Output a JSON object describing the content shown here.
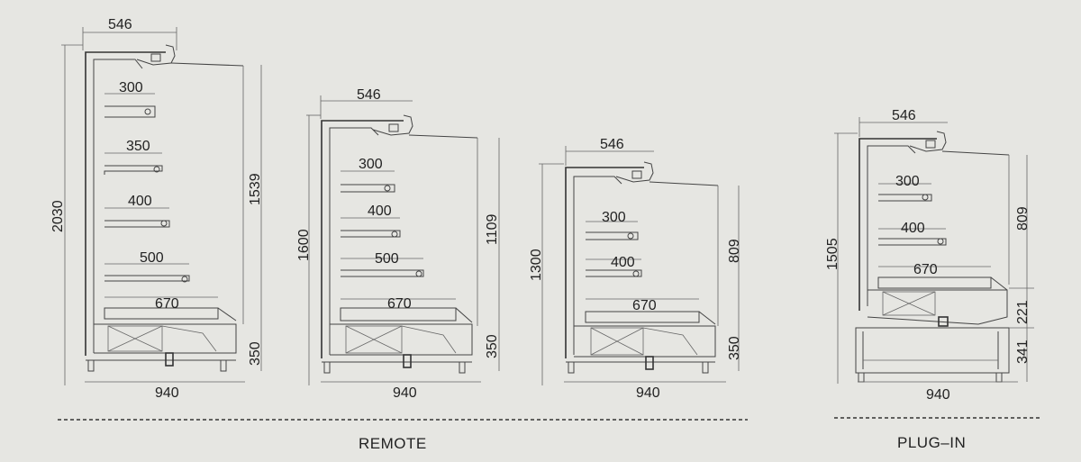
{
  "units": [
    {
      "height": "2030",
      "top_width": "546",
      "inner_height": "1539",
      "base_height": "350",
      "depth": "940",
      "shelves": [
        "300",
        "350",
        "400",
        "500"
      ],
      "deck": "670"
    },
    {
      "height": "1600",
      "top_width": "546",
      "inner_height": "1109",
      "base_height": "350",
      "depth": "940",
      "shelves": [
        "300",
        "400",
        "500"
      ],
      "deck": "670"
    },
    {
      "height": "1300",
      "top_width": "546",
      "inner_height": "809",
      "base_height": "350",
      "depth": "940",
      "shelves": [
        "300",
        "400"
      ],
      "deck": "670"
    },
    {
      "height": "1505",
      "top_width": "546",
      "inner_height": "809",
      "base_height": "221",
      "base_height_2": "341",
      "depth": "940",
      "shelves": [
        "300",
        "400"
      ],
      "deck": "670"
    }
  ],
  "labels": {
    "remote": "REMOTE",
    "plugin": "PLUG–IN"
  }
}
